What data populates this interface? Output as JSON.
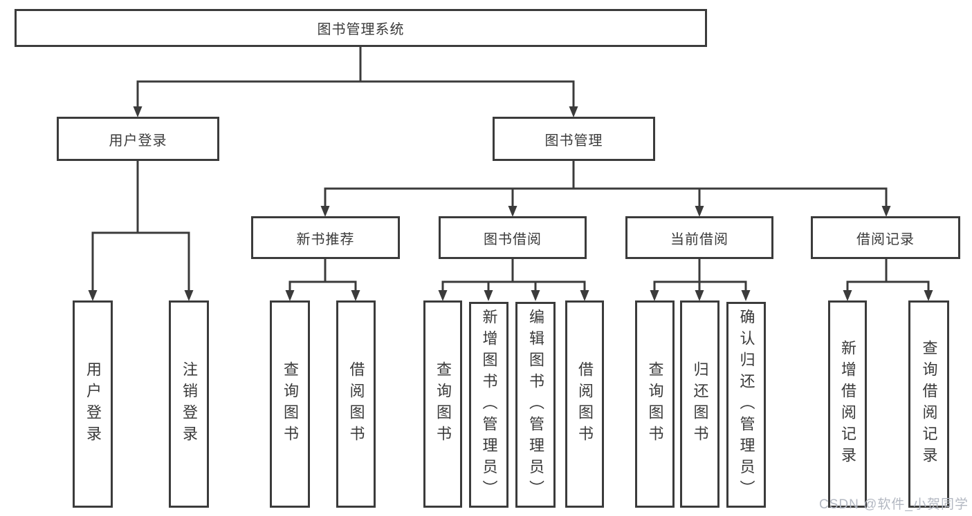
{
  "diagram_title": "图书管理系统",
  "nodes": {
    "root": {
      "label": "图书管理系统"
    },
    "user_login": {
      "label": "用户登录"
    },
    "book_mgmt": {
      "label": "图书管理"
    },
    "new_book_rec": {
      "label": "新书推荐"
    },
    "book_borrow": {
      "label": "图书借阅"
    },
    "current_borrow": {
      "label": "当前借阅"
    },
    "borrow_records": {
      "label": "借阅记录"
    },
    "leaf_user_login": {
      "label": "用户登录"
    },
    "leaf_logout": {
      "label": "注销登录"
    },
    "rec_query_book": {
      "label": "查询图书"
    },
    "rec_borrow_book": {
      "label": "借阅图书"
    },
    "bor_query_book": {
      "label": "查询图书"
    },
    "bor_add_book": {
      "label": "新增图书（管理员）"
    },
    "bor_edit_book": {
      "label": "编辑图书（管理员）"
    },
    "bor_borrow_book": {
      "label": "借阅图书"
    },
    "cur_query_book": {
      "label": "查询图书"
    },
    "cur_return_book": {
      "label": "归还图书"
    },
    "cur_confirm_return": {
      "label": "确认归还（管理员）"
    },
    "hist_add_record": {
      "label": "新增借阅记录"
    },
    "hist_query_record": {
      "label": "查询借阅记录"
    }
  },
  "watermark": {
    "text": "CSDN @软件_小贺同学"
  },
  "colors": {
    "line": "#3b3b3b",
    "text": "#3a3a3a",
    "watermark": "#b3b8c2"
  }
}
